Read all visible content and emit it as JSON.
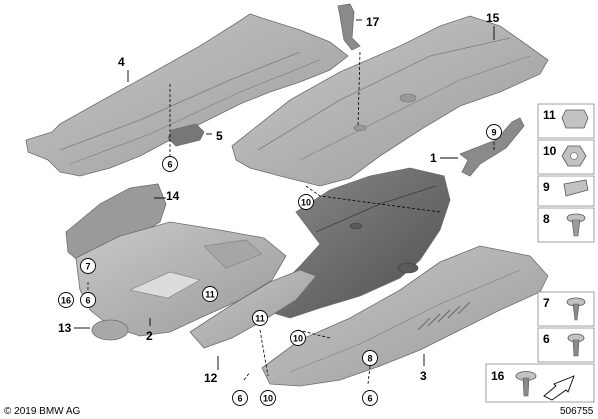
{
  "callouts": [
    {
      "id": "c4",
      "label": "4"
    },
    {
      "id": "c5",
      "label": "5"
    },
    {
      "id": "c17",
      "label": "17"
    },
    {
      "id": "c15",
      "label": "15"
    },
    {
      "id": "c1",
      "label": "1"
    },
    {
      "id": "c14",
      "label": "14"
    },
    {
      "id": "c2",
      "label": "2"
    },
    {
      "id": "c13",
      "label": "13"
    },
    {
      "id": "c12",
      "label": "12"
    },
    {
      "id": "c3",
      "label": "3"
    }
  ],
  "circled_labels": {
    "c6a": "6",
    "c9": "9",
    "c10a": "10",
    "c7": "7",
    "c16": "16",
    "c6b": "6",
    "c11a": "11",
    "c11b": "11",
    "c10b": "10",
    "c8": "8",
    "c6c": "6",
    "c10c": "10",
    "c6d": "6"
  },
  "legend_panels": [
    "11",
    "10",
    "9",
    "8",
    "7",
    "6",
    "16"
  ],
  "footer": {
    "copyright": "© 2019 BMW AG",
    "doc_number": "506755"
  },
  "colors": {
    "part_fill": "#b4b4b4",
    "part_dark": "#8c8c8c",
    "tunnel_fill": "#6a6a6a",
    "background": "#ffffff"
  }
}
